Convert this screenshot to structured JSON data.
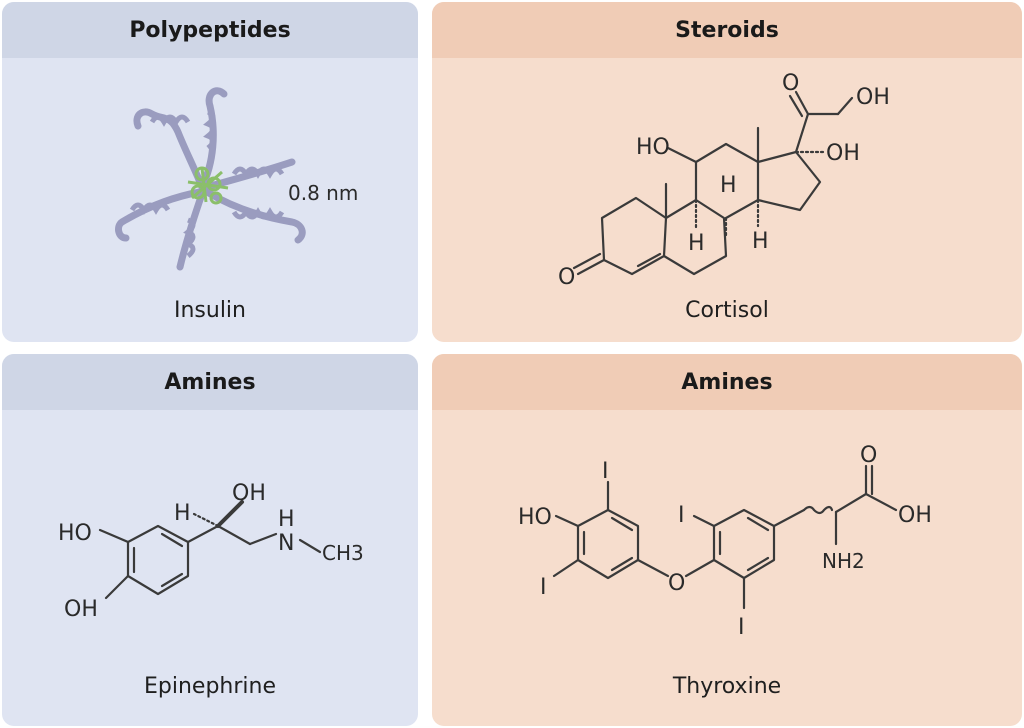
{
  "panels": {
    "polypeptides": {
      "title": "Polypeptides",
      "caption": "Insulin",
      "scale_label": "0.8 nm"
    },
    "steroids": {
      "title": "Steroids",
      "caption": "Cortisol",
      "atoms": {
        "ketone_o": "O",
        "side_o": "O",
        "side_oh": "OH",
        "c17_oh": "OH",
        "c11_ho": "HO",
        "h8": "H",
        "h9": "H",
        "h14": "H"
      }
    },
    "amines_left": {
      "title": "Amines",
      "caption": "Epinephrine",
      "atoms": {
        "ho_top": "HO",
        "oh_bottom": "OH",
        "h_wedge": "H",
        "oh_side": "OH",
        "nh_h": "H",
        "nh_n": "N",
        "ch3": "CH3"
      }
    },
    "amines_right": {
      "title": "Amines",
      "caption": "Thyroxine",
      "atoms": {
        "i_top_left": "I",
        "ho": "HO",
        "i_bottom_left": "I",
        "o_bridge": "O",
        "i_top_right": "I",
        "i_bottom_right": "I",
        "acid_o": "O",
        "acid_oh": "OH",
        "nh2": "NH2"
      }
    }
  },
  "colors": {
    "blue_panel": "#dfe4f2",
    "blue_header": "#cfd6e6",
    "peach_panel": "#f6ddcd",
    "peach_header": "#f0ccb6",
    "insulin_helix": "#9a9cbf",
    "insulin_core": "#8bbf6a"
  }
}
